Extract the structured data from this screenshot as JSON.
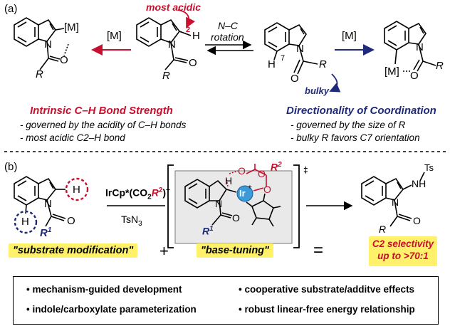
{
  "panel_a": {
    "label": "(a)",
    "most_acidic": "most acidic",
    "metal_reagent_left": "[M]",
    "metal_reagent_right": "[M]",
    "rotation_line1": "N–C",
    "rotation_line2": "rotation",
    "pos_2": "2",
    "pos_7": "7",
    "bulky": "bulky",
    "left_heading": "Intrinsic C–H Bond Strength",
    "left_bullets": [
      "- governed by the acidity of C–H bonds",
      "- most acidic C2–H bond"
    ],
    "right_heading": "Directionality of Coordination",
    "right_bullets": [
      "- governed by the size of R",
      "- bulky R favors C7 orientation"
    ],
    "atoms": {
      "N": "N",
      "O": "O",
      "R": "R",
      "H": "H",
      "M": "[M]"
    }
  },
  "panel_b": {
    "label": "(b)",
    "reagent": "IrCp*(CO",
    "reagent_sub": "2",
    "reagent_r": "R",
    "reagent_r_sup": "2",
    "reagent_close": ")",
    "reagent_plus": "+",
    "additive": "TsN",
    "additive_sub": "3",
    "dagger": "‡",
    "ir": "Ir",
    "r1": "R",
    "r1_sup": "1",
    "r2": "R",
    "r2_sup": "2",
    "ts": "Ts",
    "nh": "NH",
    "substrate_modification": "\"substrate modification\"",
    "plus": "+",
    "base_tuning": "\"base-tuning\"",
    "equals": "=",
    "selectivity_line1": "C2 selectivity",
    "selectivity_line2": "up to >70:1",
    "summary": [
      "mechanism-guided development",
      "cooperative substrate/additve effects",
      "indole/carboxylate parameterization",
      "robust linear-free energy relationship"
    ]
  },
  "colors": {
    "red": "#c8102e",
    "navy": "#1f2a7a",
    "highlight": "#fff26a",
    "ts_box": "#e9e9e9"
  }
}
